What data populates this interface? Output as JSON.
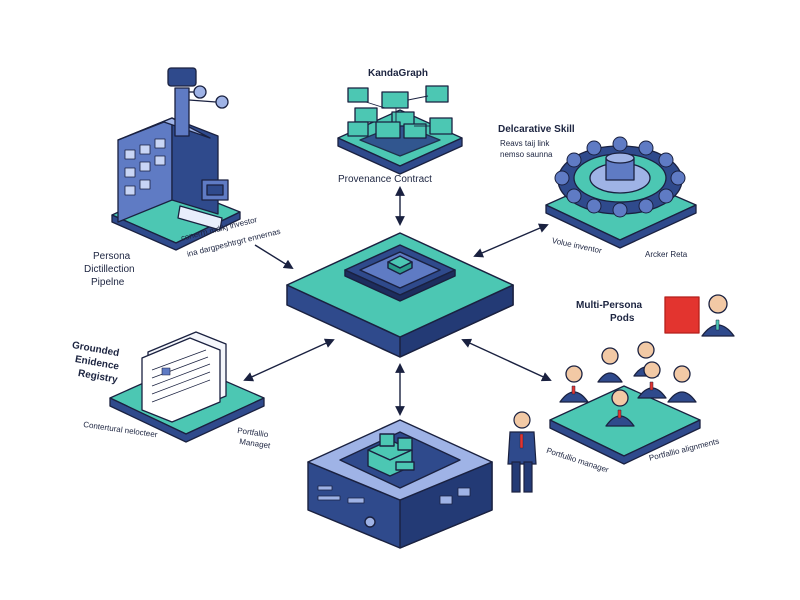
{
  "labels": {
    "kandagraph": "KandaGraph",
    "provenance": "Provenance Contract",
    "declarative_title": "Delcarative Skill",
    "declarative_l2": "Reavs taij link",
    "declarative_l3": "nemso saunna",
    "persona_l1": "Persona",
    "persona_l2": "Dictillection",
    "persona_l3": "Pipelne",
    "pipeline_caption_l1": "conerrn mdikj lnvestor",
    "pipeline_caption_l2": "ina dargpeshtrgrt ennernas",
    "value_inventor": "Volue inventor",
    "anchor_data": "Arcker Reta",
    "multi_persona_l1": "Multi-Persona",
    "multi_persona_l2": "Pods",
    "grounded_l1": "Grounded",
    "grounded_l2": "Enidence",
    "grounded_l3": "Registry",
    "contextual_refactor": "Contertural nelocteer",
    "portfolio_mgmt_l1": "Portfallio",
    "portfolio_mgmt_l2": "Managet",
    "portfolio_manager": "Portfullio manager",
    "portfolio_alignments": "Portfallio alignments"
  },
  "colors": {
    "navy": "#2f4a8c",
    "navy_dark": "#1d2d5e",
    "teal": "#4cc7b3",
    "teal_light": "#7fe0cf",
    "accent_red": "#e3342f",
    "outline": "#1a2140"
  }
}
